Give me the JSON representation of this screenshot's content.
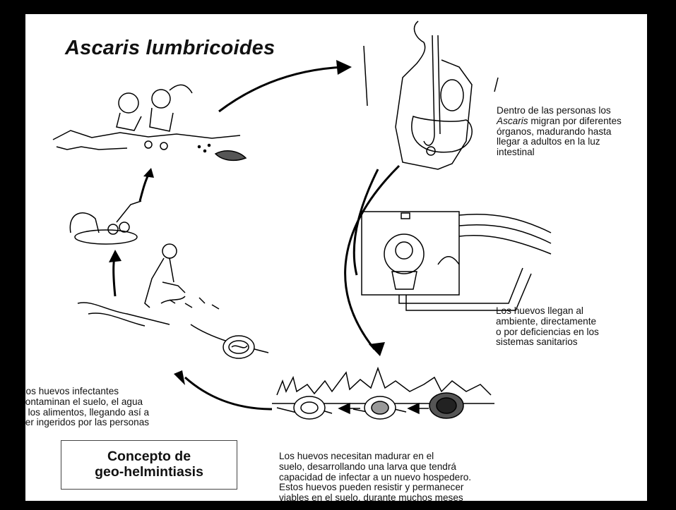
{
  "title": "Ascaris lumbricoides",
  "caption_inside_host": {
    "lines": [
      {
        "text": "Dentro de las personas los"
      },
      {
        "em": "Ascaris",
        "text": " migran por diferentes"
      },
      {
        "text": "órganos, madurando hasta"
      },
      {
        "text": "llegar a adultos en la luz"
      },
      {
        "text": "intestinal"
      }
    ]
  },
  "caption_environment": {
    "lines": [
      "Los huevos llegan al",
      "ambiente, directamente",
      "o por deficiencias en los",
      "sistemas sanitarios"
    ]
  },
  "caption_ingestion": {
    "lines": [
      "Los huevos infectantes",
      "contaminan el suelo, el agua",
      "y los alimentos, llegando así a",
      "ser ingeridos por las personas"
    ]
  },
  "caption_maturation": {
    "lines": [
      "Los huevos necesitan madurar en el",
      "suelo, desarrollando una larva que tendrá",
      "capacidad de infectar a un nuevo hospedero.",
      "Estos huevos pueden resistir y permanecer",
      "viables en el suelo, durante muchos meses"
    ]
  },
  "concept_box": {
    "line1": "Concepto de",
    "line2": "geo-helmintiasis"
  },
  "colors": {
    "background": "#000000",
    "panel": "#ffffff",
    "ink": "#111111"
  }
}
